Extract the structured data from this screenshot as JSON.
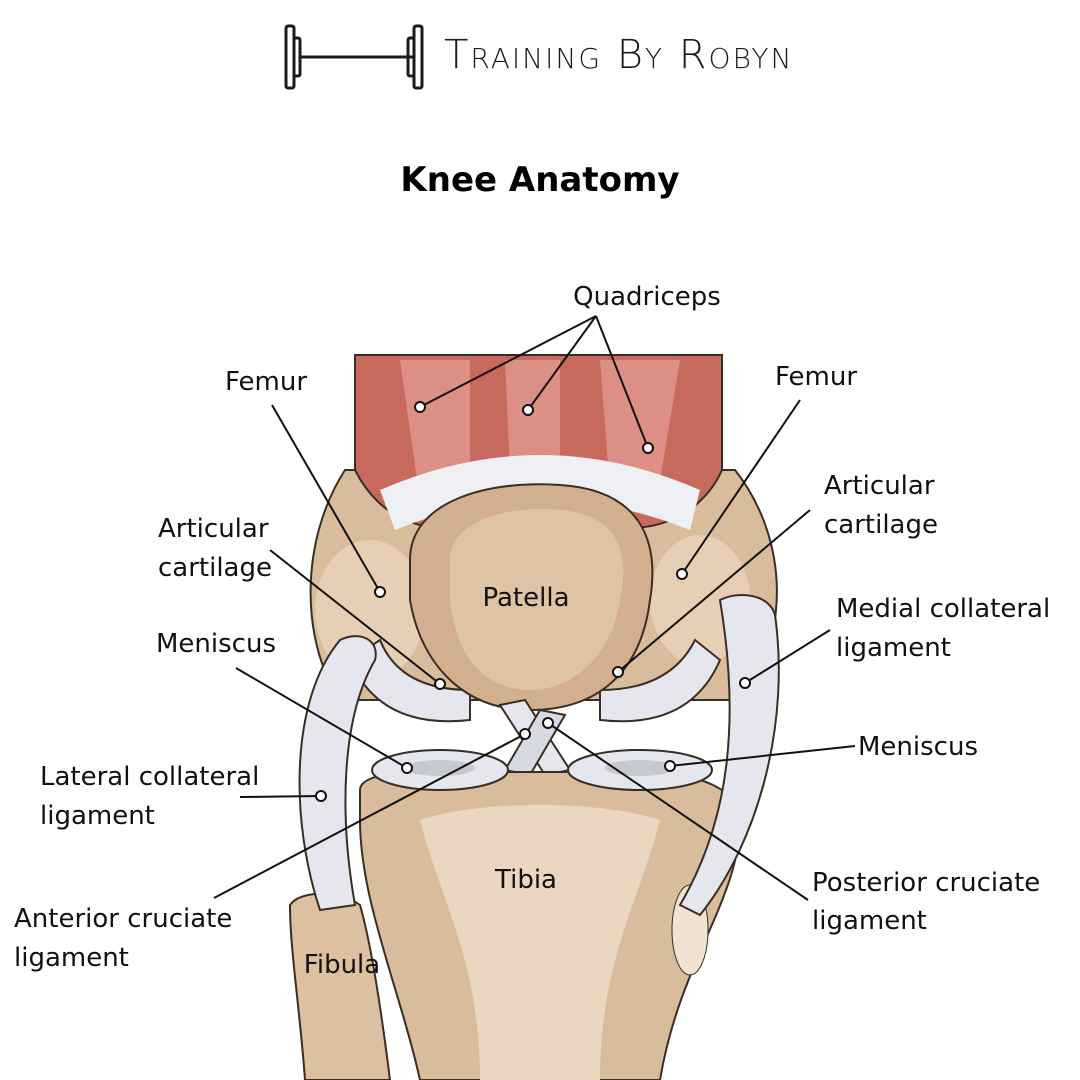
{
  "brand": {
    "name": "Training By Robyn",
    "logo_icon": "barbell-icon"
  },
  "title": "Knee Anatomy",
  "labels": {
    "quadriceps": "Quadriceps",
    "femur_left": "Femur",
    "femur_right": "Femur",
    "articular_cartilage_left": [
      "Articular",
      "cartilage"
    ],
    "articular_cartilage_right": [
      "Articular",
      "cartilage"
    ],
    "patella": "Patella",
    "meniscus_left": "Meniscus",
    "meniscus_right": "Meniscus",
    "medial_collateral_ligament": [
      "Medial collateral",
      "ligament"
    ],
    "lateral_collateral_ligament": [
      "Lateral collateral",
      "ligament"
    ],
    "tibia": "Tibia",
    "fibula": "Fibula",
    "anterior_cruciate_ligament": [
      "Anterior cruciate",
      "ligament"
    ],
    "posterior_cruciate_ligament": [
      "Posterior cruciate",
      "ligament"
    ]
  },
  "colors": {
    "muscle": "#c8695e",
    "muscle_light": "#e7a096",
    "bone": "#dcc0a0",
    "bone_dark": "#b38f71",
    "cartilage": "#e6e7ee",
    "outline": "#3a2d25"
  }
}
